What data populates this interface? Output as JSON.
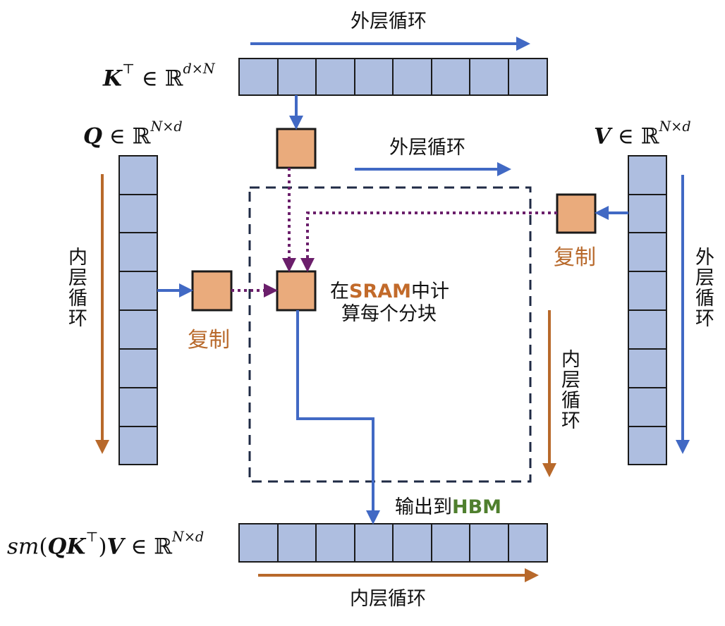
{
  "labels": {
    "outer_loop": "外层循环",
    "inner_loop": "内层循环",
    "copy": "复制",
    "compute_prefix": "在",
    "compute_sram": "SRAM",
    "compute_suffix1": "中计",
    "compute_line2": "算每个分块",
    "output_prefix": "输出到",
    "output_hbm": "HBM"
  },
  "math": {
    "K": "K",
    "K_sup_T": "⊤",
    "K_rest": " ∈ ℝ",
    "K_dims": "d×N",
    "Q": "Q",
    "Q_rest": " ∈ ℝ",
    "Q_dims": "N×d",
    "V": "V",
    "V_rest": " ∈ ℝ",
    "V_dims": "N×d",
    "out_sm": "sm",
    "out_open": "(",
    "out_QK": "QK",
    "out_T": "⊤",
    "out_close": ")",
    "out_V": "V",
    "out_rest": " ∈ ℝ",
    "out_dims": "N×d"
  },
  "colors": {
    "cell_fill": "#aebee0",
    "cell_stroke": "#1a1a1a",
    "block_fill": "#eaab7c",
    "blue_arrow": "#4169c4",
    "orange_arrow": "#b8692b",
    "purple_dotted": "#6b1f6b",
    "dashed_box": "#1f2a44"
  }
}
